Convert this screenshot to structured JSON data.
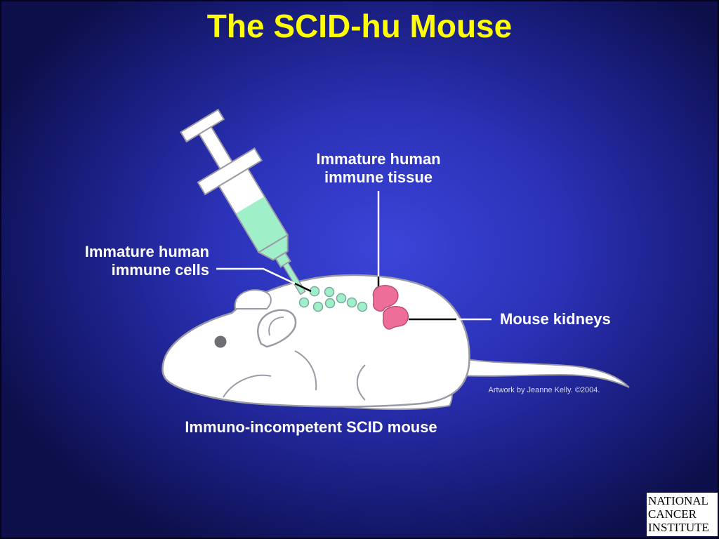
{
  "slide": {
    "title": "The SCID-hu Mouse"
  },
  "labels": {
    "immune_tissue_line1": "Immature human",
    "immune_tissue_line2": "immune tissue",
    "immune_cells_line1": "Immature human",
    "immune_cells_line2": "immune cells",
    "kidneys": "Mouse kidneys",
    "mouse": "Immuno-incompetent SCID mouse"
  },
  "credit": "Artwork by Jeanne Kelly. ©2004.",
  "logo": {
    "line1": "NATIONAL",
    "line2": "CANCER",
    "line3": "INSTITUTE"
  },
  "colors": {
    "title": "#ffff00",
    "background": "#2b32b8",
    "cells": "#9ff0c8",
    "kidneys": "#ee6e9a",
    "tissue": "#3fd44a",
    "mouse_body": "#ffffff"
  }
}
